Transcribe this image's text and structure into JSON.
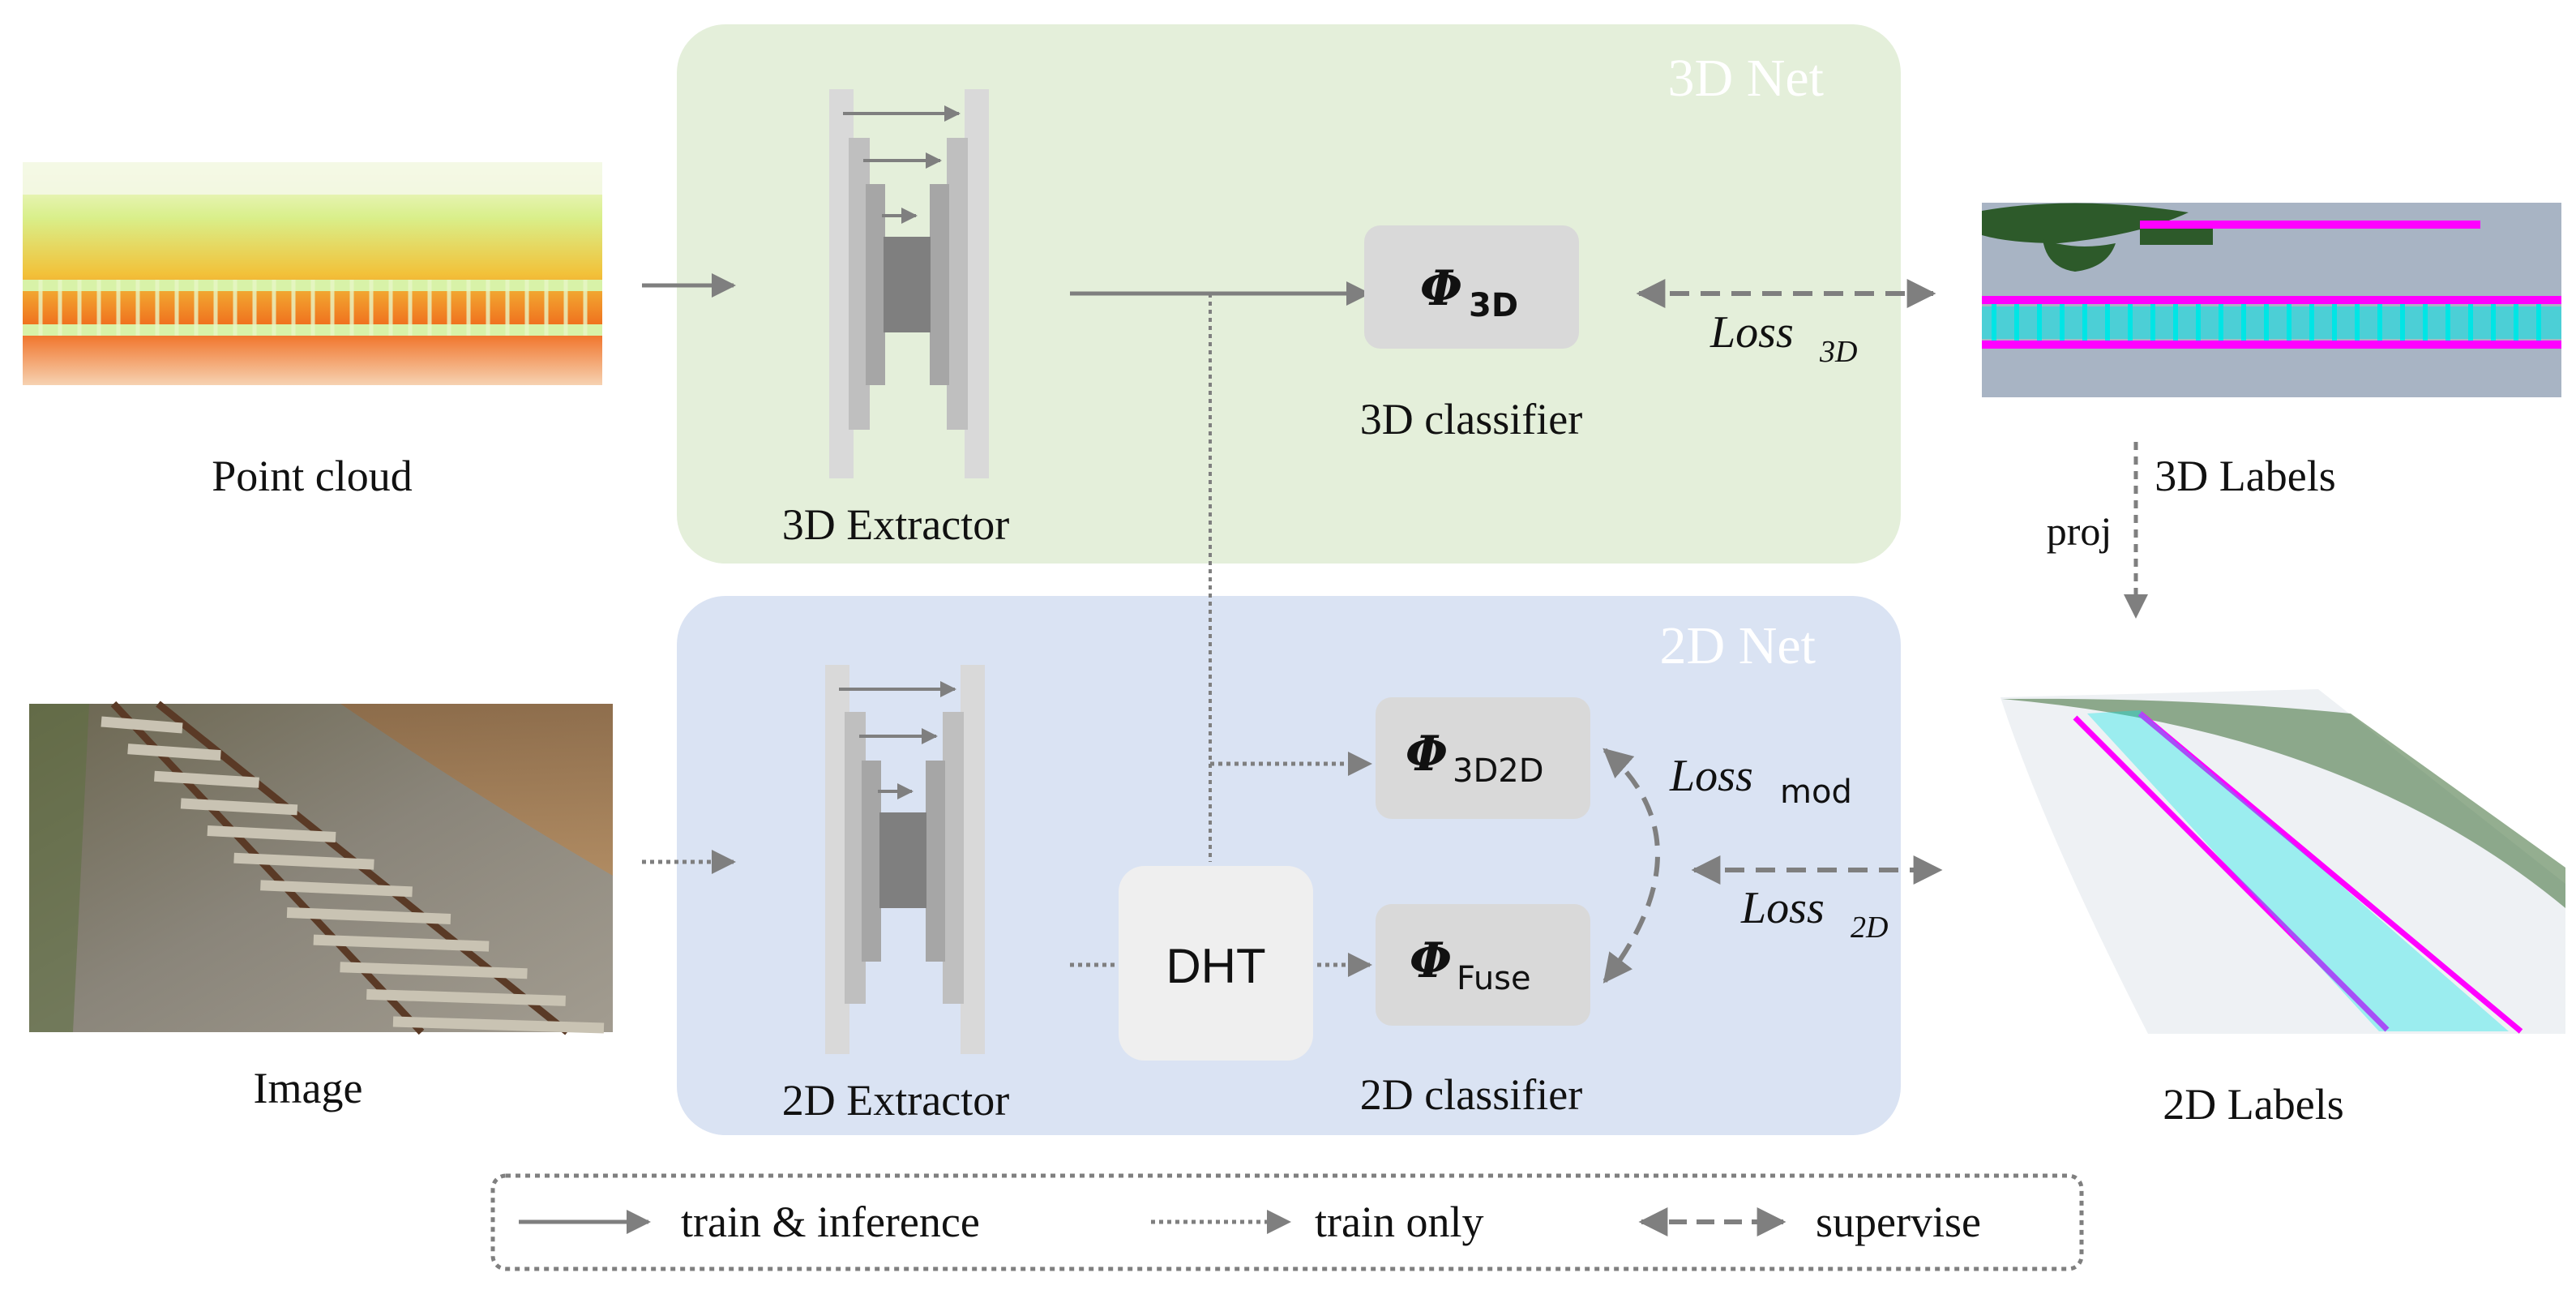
{
  "nets": {
    "net3d": {
      "label": "3D Net",
      "color": "#e4efda"
    },
    "net2d": {
      "label": "2D Net",
      "color": "#dae3f3"
    }
  },
  "inputs": {
    "point_cloud": "Point cloud",
    "image": "Image"
  },
  "extractors": {
    "e3d": "3D Extractor",
    "e2d": "2D Extractor"
  },
  "classifiers": {
    "c3d": {
      "caption": "3D classifier",
      "phi": "Φ",
      "sub": "3D"
    },
    "c3d2d": {
      "phi": "Φ",
      "sub": "3D2D"
    },
    "cfuse": {
      "phi": "Φ",
      "sub": "Fuse"
    },
    "c2d_caption": "2D classifier"
  },
  "dht": "DHT",
  "losses": {
    "l3d": {
      "main": "Loss",
      "sub": "3D"
    },
    "lmod": {
      "main": "Loss",
      "sub": "mod"
    },
    "l2d": {
      "main": "Loss",
      "sub": "2D"
    }
  },
  "outputs": {
    "labels3d": "3D Labels",
    "labels2d": "2D Labels",
    "proj": "proj"
  },
  "legend": {
    "solid": "train & inference",
    "dotted": "train only",
    "dashed": "supervise"
  },
  "colors": {
    "arrow": "#7f7f7f",
    "box": "#d9d9d9",
    "dht_box": "#efefef",
    "magenta": "#ff00ff",
    "cyan": "#00e5e5"
  }
}
